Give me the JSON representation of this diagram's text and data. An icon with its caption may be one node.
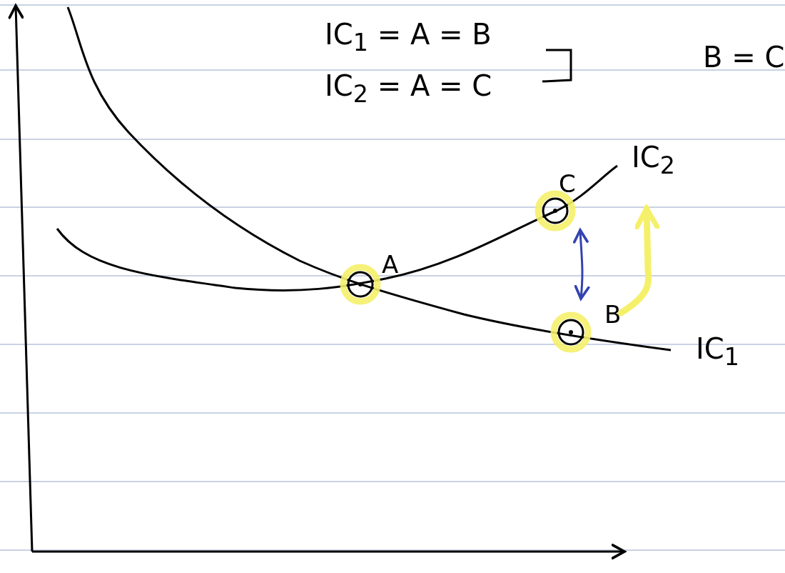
{
  "diagram": {
    "nodes": [
      {
        "text": [
          "A"
        ]
      },
      {
        "text": [
          "B"
        ]
      },
      {
        "text": [
          "C"
        ]
      }
    ],
    "edges": [
      {
        "from": 1,
        "to": 2,
        "arrow": "both",
        "color": "#3443b0"
      },
      {
        "from": 1,
        "to": null,
        "arrow": "to",
        "color": "#f5f06a",
        "style": "thick"
      }
    ],
    "labels": [
      "IC$_{1}$ = A = B",
      "B = C",
      "IC$_{2}$ = A = C",
      "IC$_{2}$",
      "IC$_{1}$"
    ]
  }
}
